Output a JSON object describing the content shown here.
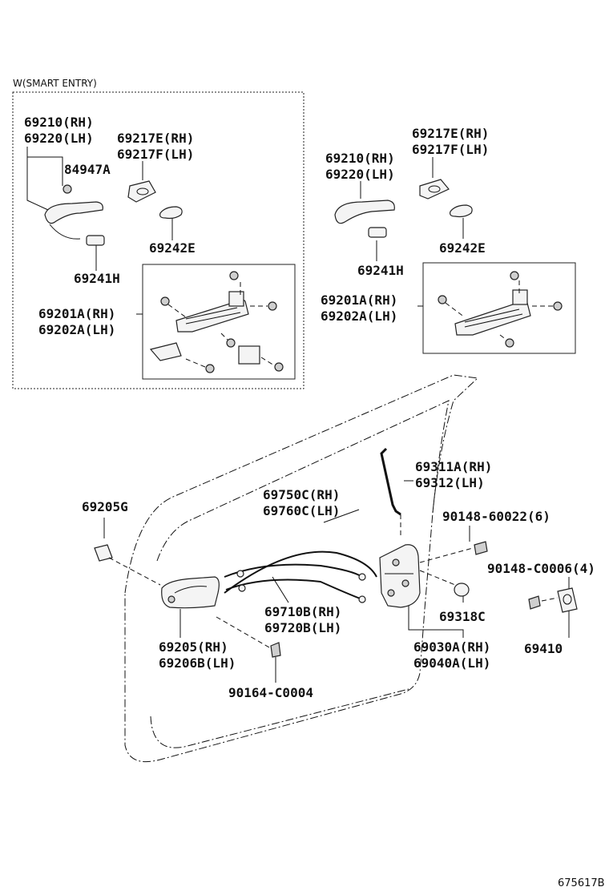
{
  "section_title": "W(SMART ENTRY)",
  "figure_code": "675617B",
  "smart_entry": {
    "handle_rh": "69210(RH)",
    "handle_lh": "69220(LH)",
    "cap_rh": "69217E(RH)",
    "cap_lh": "69217F(LH)",
    "bolt": "84947A",
    "pad": "69242E",
    "pad2": "69241H",
    "frame_rh": "69201A(RH)",
    "frame_lh": "69202A(LH)"
  },
  "standard": {
    "cap_rh": "69217E(RH)",
    "cap_lh": "69217F(LH)",
    "handle_rh": "69210(RH)",
    "handle_lh": "69220(LH)",
    "pad": "69242E",
    "pad2": "69241H",
    "frame_rh": "69201A(RH)",
    "frame_lh": "69202A(LH)"
  },
  "door": {
    "rod_rh": "69311A(RH)",
    "rod_lh": "69312(LH)",
    "cable1_rh": "69750C(RH)",
    "cable1_lh": "69760C(LH)",
    "inner_bezel": "69205G",
    "screw1": "90148-60022(6)",
    "screw2": "90148-C0006(4)",
    "cable2_rh": "69710B(RH)",
    "cable2_lh": "69720B(LH)",
    "cap": "69318C",
    "striker": "69410",
    "inner_rh": "69205(RH)",
    "inner_lh": "69206B(LH)",
    "lock_rh": "69030A(RH)",
    "lock_lh": "69040A(LH)",
    "screw3": "90164-C0004"
  }
}
